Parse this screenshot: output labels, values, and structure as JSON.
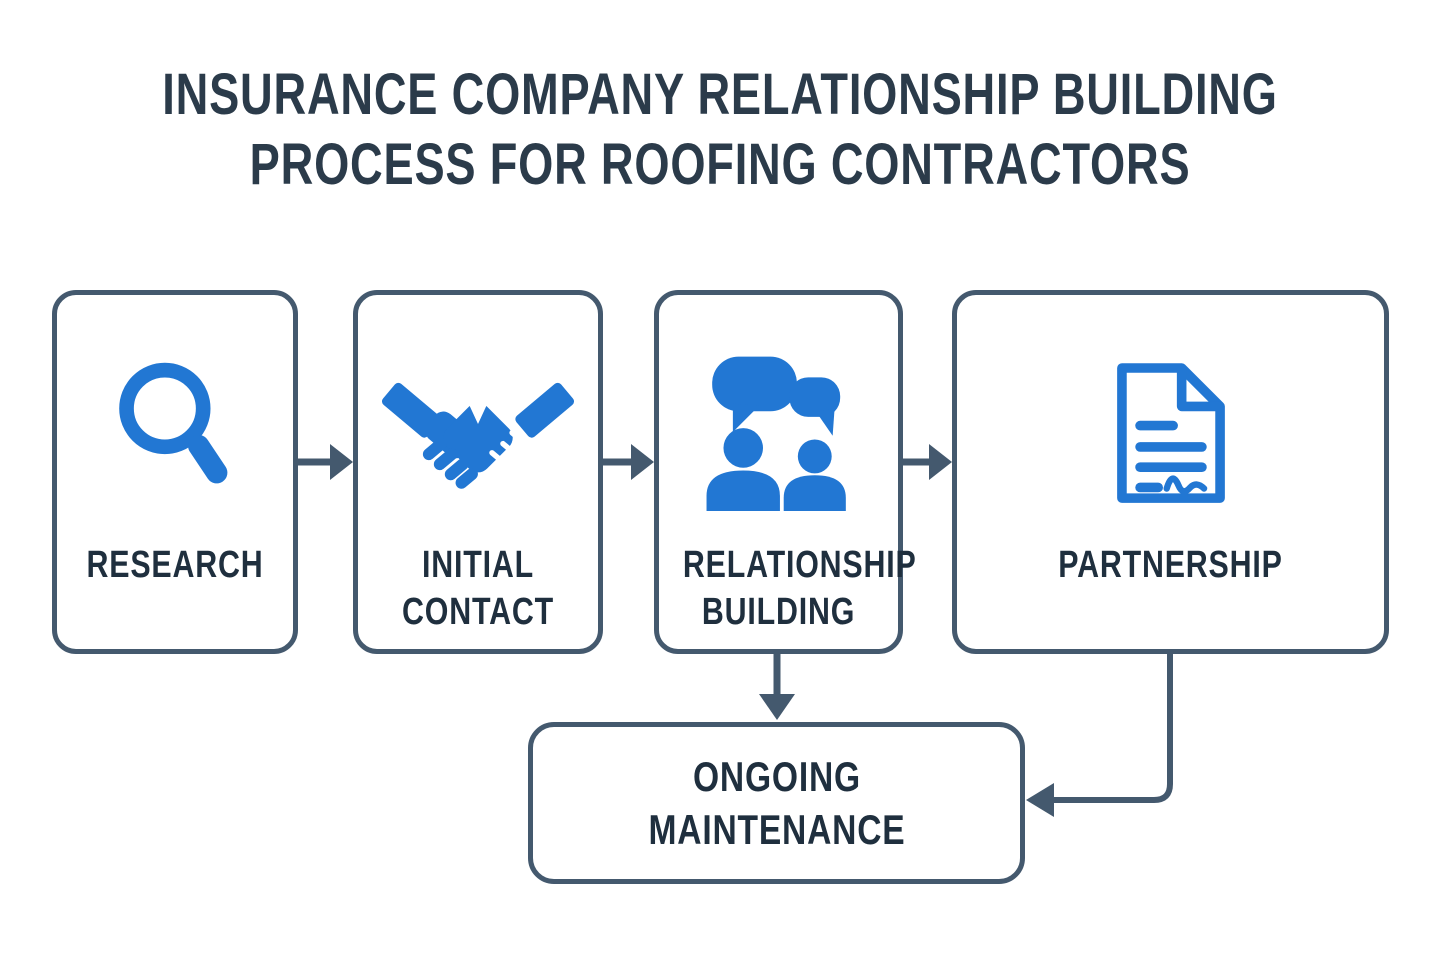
{
  "title": {
    "line1": "INSURANCE COMPANY RELATIONSHIP BUILDING",
    "line2": "PROCESS FOR ROOFING CONTRACTORS"
  },
  "steps": [
    {
      "id": "research",
      "label": "RESEARCH",
      "icon": "magnifier-icon"
    },
    {
      "id": "initial-contact",
      "label": "INITIAL CONTACT",
      "icon": "handshake-icon"
    },
    {
      "id": "relationship-building",
      "label": "RELATIONSHIP BUILDING",
      "icon": "people-conversation-icon"
    },
    {
      "id": "partnership",
      "label": "PARTNERSHIP",
      "icon": "signed-contract-icon"
    },
    {
      "id": "ongoing-maintenance",
      "label": "ONGOING MAINTENANCE",
      "icon": null
    }
  ],
  "flow": [
    {
      "from": "research",
      "to": "initial-contact"
    },
    {
      "from": "initial-contact",
      "to": "relationship-building"
    },
    {
      "from": "relationship-building",
      "to": "partnership"
    },
    {
      "from": "relationship-building",
      "to": "ongoing-maintenance"
    },
    {
      "from": "partnership",
      "to": "ongoing-maintenance"
    }
  ],
  "colors": {
    "icon_blue": "#2277D3",
    "connector": "#44596E",
    "box_border": "#44596E",
    "title_text": "#2B3B4A",
    "label_text": "#1F2F3E",
    "background": "#FFFFFF"
  }
}
